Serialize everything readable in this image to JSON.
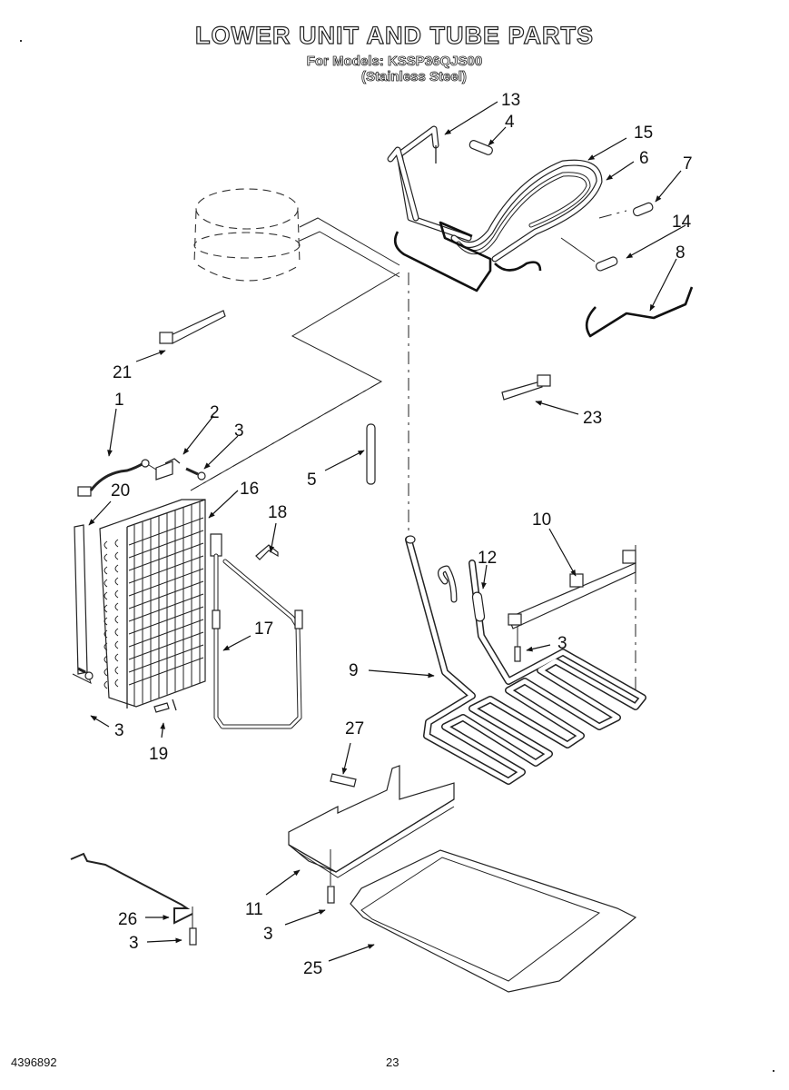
{
  "header": {
    "title": "LOWER UNIT AND TUBE PARTS",
    "models_line": "For Models: KSSP36QJS00",
    "finish_line": "(Stainless Steel)"
  },
  "footer": {
    "document_number": "4396892",
    "page_number": "23"
  },
  "callouts": [
    {
      "id": "c13",
      "label": "13",
      "part": "discharge-tube"
    },
    {
      "id": "c4",
      "label": "4",
      "part": "connector-sleeve"
    },
    {
      "id": "c15",
      "label": "15",
      "part": "condenser-tube-outer"
    },
    {
      "id": "c6",
      "label": "6",
      "part": "condenser-tube-inner"
    },
    {
      "id": "c7",
      "label": "7",
      "part": "connector-sleeve"
    },
    {
      "id": "c14",
      "label": "14",
      "part": "connector-sleeve"
    },
    {
      "id": "c8",
      "label": "8",
      "part": "wire-harness"
    },
    {
      "id": "c21",
      "label": "21",
      "part": "tie-wrap"
    },
    {
      "id": "c1",
      "label": "1",
      "part": "wiring-harness-connector"
    },
    {
      "id": "c2",
      "label": "2",
      "part": "bracket"
    },
    {
      "id": "c3a",
      "label": "3",
      "part": "screw"
    },
    {
      "id": "c20",
      "label": "20",
      "part": "side-plate"
    },
    {
      "id": "c16",
      "label": "16",
      "part": "condenser"
    },
    {
      "id": "c18",
      "label": "18",
      "part": "clip"
    },
    {
      "id": "c5",
      "label": "5",
      "part": "tube-sleeve"
    },
    {
      "id": "c23",
      "label": "23",
      "part": "tie-wrap"
    },
    {
      "id": "c17",
      "label": "17",
      "part": "capillary-tube"
    },
    {
      "id": "c3b",
      "label": "3",
      "part": "screw"
    },
    {
      "id": "c19",
      "label": "19",
      "part": "clip"
    },
    {
      "id": "c10",
      "label": "10",
      "part": "tube-bracket"
    },
    {
      "id": "c12",
      "label": "12",
      "part": "connector-sleeve"
    },
    {
      "id": "c3c",
      "label": "3",
      "part": "screw"
    },
    {
      "id": "c9",
      "label": "9",
      "part": "drain-heater-tube"
    },
    {
      "id": "c27",
      "label": "27",
      "part": "clip"
    },
    {
      "id": "c11",
      "label": "11",
      "part": "pan-bracket"
    },
    {
      "id": "c3d",
      "label": "3",
      "part": "screw"
    },
    {
      "id": "c26",
      "label": "26",
      "part": "rod"
    },
    {
      "id": "c3e",
      "label": "3",
      "part": "screw"
    },
    {
      "id": "c25",
      "label": "25",
      "part": "drain-pan"
    }
  ]
}
